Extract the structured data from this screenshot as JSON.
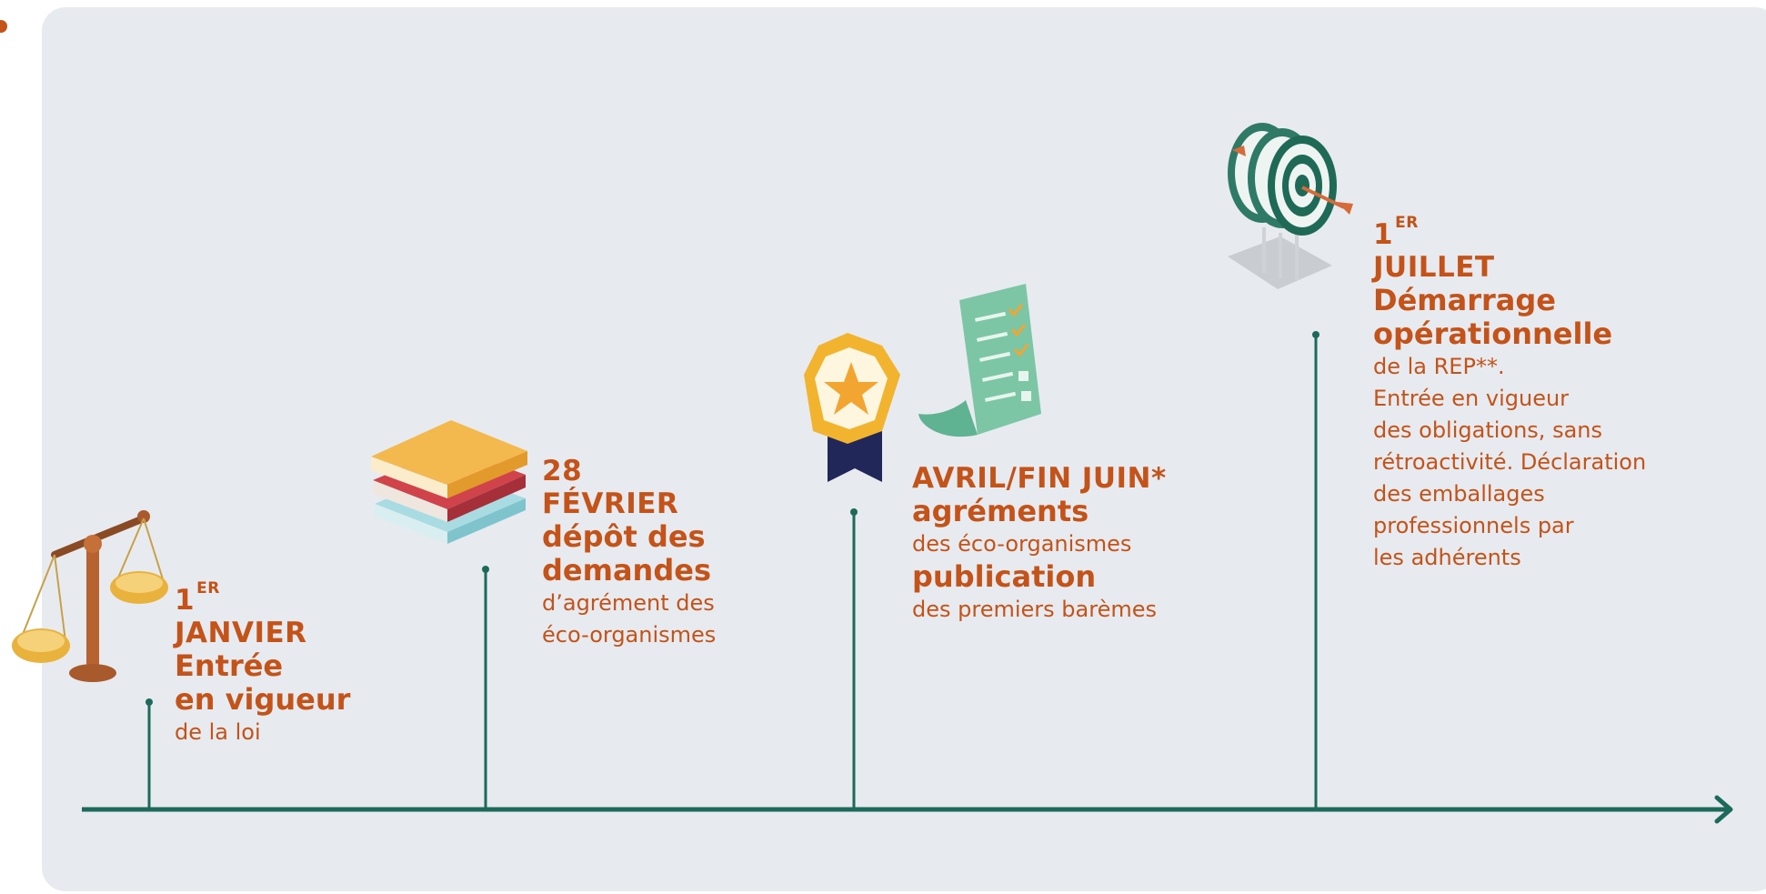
{
  "colors": {
    "accent": "#c4531a",
    "axis": "#1e6a5a",
    "panel": "#e7ebef"
  },
  "events": [
    {
      "day": "1",
      "sup": "er",
      "month": "Janvier",
      "heading_lines": [
        "Entrée",
        "en vigueur"
      ],
      "text_lines": [
        "de la loi"
      ],
      "icon": "scales-icon"
    },
    {
      "day": "28",
      "month": "Février",
      "heading_lines": [
        "dépôt des",
        "demandes"
      ],
      "text_lines": [
        "d’agrément des",
        "éco-organismes"
      ],
      "icon": "books-icon"
    },
    {
      "period": "Avril/fin juin*",
      "heading1": "agréments",
      "text1": "des éco-organismes",
      "heading2": "publication",
      "text2": "des premiers barèmes",
      "icon": "badge-checklist-icon"
    },
    {
      "day": "1",
      "sup": "er",
      "month": "Juillet",
      "heading_lines": [
        "Démarrage",
        "opérationnelle"
      ],
      "text_lines": [
        "de la REP**.",
        "Entrée en vigueur",
        "des obligations, sans",
        "rétroactivité. Déclaration",
        "des emballages",
        "professionnels par",
        "les adhérents"
      ],
      "icon": "target-icon"
    }
  ]
}
